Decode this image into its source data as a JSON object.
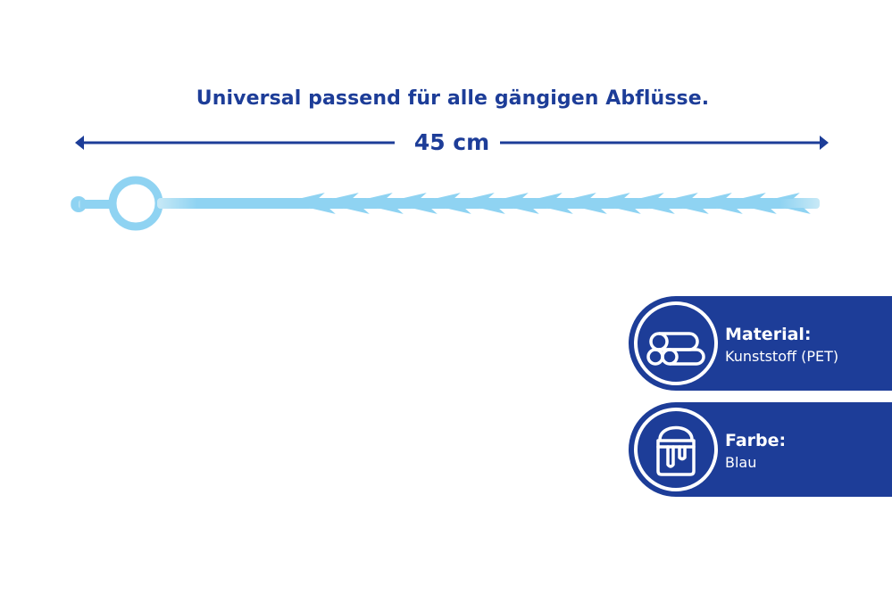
{
  "headline": "Universal passend für alle gängigen Abflüsse.",
  "dimension": {
    "label": "45 cm"
  },
  "product": {
    "icon": "drain-cleaner-strip",
    "color": "#8fd3f2"
  },
  "specs": [
    {
      "icon": "stacked-pipes-icon",
      "title": "Material:",
      "value": "Kunststoff (PET)"
    },
    {
      "icon": "paint-bucket-icon",
      "title": "Farbe:",
      "value": "Blau"
    }
  ],
  "colors": {
    "brand": "#1d3d98",
    "accent": "#8fd3f2",
    "background": "#ffffff"
  }
}
